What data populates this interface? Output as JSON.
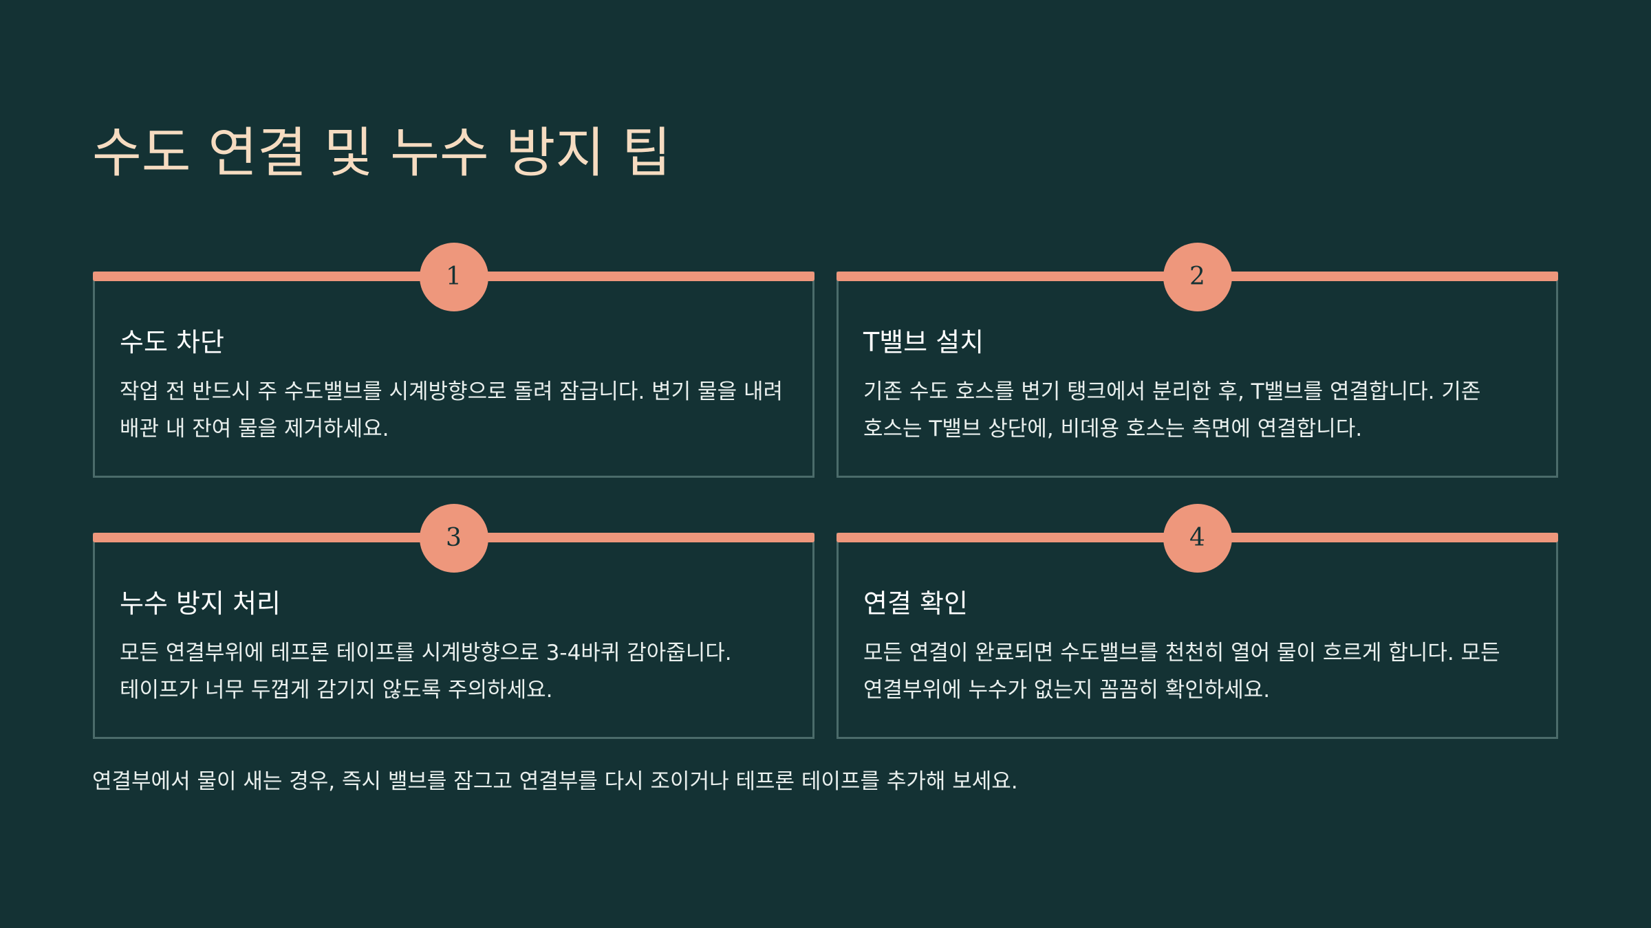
{
  "slide": {
    "title": "수도 연결 및 누수 방지 팁",
    "footer": "연결부에서 물이 새는 경우, 즉시 밸브를 잠그고 연결부를 다시 조이거나 테프론 테이프를 추가해 보세요."
  },
  "colors": {
    "background": "#143234",
    "accent": "#ee977c",
    "title": "#f6dcc1",
    "text": "#ffffff",
    "card_border": "#4b6b6a"
  },
  "steps": [
    {
      "number": "1",
      "title": "수도 차단",
      "body": "작업 전 반드시 주 수도밸브를 시계방향으로 돌려 잠급니다. 변기 물을 내려 배관 내 잔여 물을 제거하세요."
    },
    {
      "number": "2",
      "title": "T밸브 설치",
      "body": "기존 수도 호스를 변기 탱크에서 분리한 후, T밸브를 연결합니다. 기존 호스는 T밸브 상단에, 비데용 호스는 측면에 연결합니다."
    },
    {
      "number": "3",
      "title": "누수 방지 처리",
      "body": "모든 연결부위에 테프론 테이프를 시계방향으로 3-4바퀴 감아줍니다. 테이프가 너무 두껍게 감기지 않도록 주의하세요."
    },
    {
      "number": "4",
      "title": "연결 확인",
      "body": "모든 연결이 완료되면 수도밸브를 천천히 열어 물이 흐르게 합니다. 모든 연결부위에 누수가 없는지 꼼꼼히 확인하세요."
    }
  ]
}
